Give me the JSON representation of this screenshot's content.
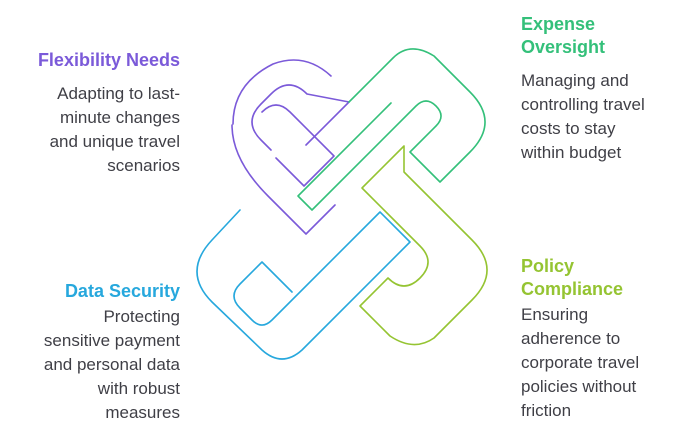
{
  "colors": {
    "purple": "#7b5ad9",
    "green": "#34c07a",
    "lime": "#95c432",
    "blue": "#27a8dd",
    "text": "#3f3f46"
  },
  "quadrants": {
    "top_left": {
      "title": "Flexibility Needs",
      "desc": "Adapting to last-\nminute changes\nand unique travel\nscenarios"
    },
    "top_right": {
      "title": "Expense\nOversight",
      "desc": "Managing and\ncontrolling travel\ncosts to stay\nwithin budget"
    },
    "bottom_left": {
      "title": "Data Security",
      "desc": "Protecting\nsensitive payment\nand personal data\nwith robust\nmeasures"
    },
    "bottom_right": {
      "title": "Policy\nCompliance",
      "desc": "Ensuring\nadherence to\ncorporate travel\npolicies without\nfriction"
    }
  },
  "icons": {
    "knot": "interlocking-links-icon"
  }
}
